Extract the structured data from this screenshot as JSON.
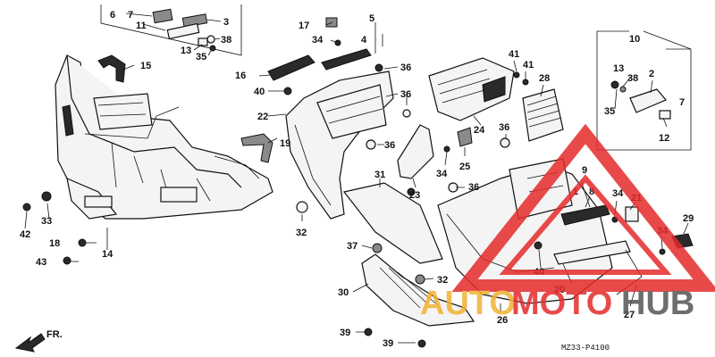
{
  "diagram": {
    "callouts": [
      {
        "id": "c6",
        "text": "6"
      },
      {
        "id": "c7a",
        "text": "7"
      },
      {
        "id": "c11",
        "text": "11"
      },
      {
        "id": "c3",
        "text": "3"
      },
      {
        "id": "c38a",
        "text": "38"
      },
      {
        "id": "c13a",
        "text": "13"
      },
      {
        "id": "c35a",
        "text": "35"
      },
      {
        "id": "c15",
        "text": "15"
      },
      {
        "id": "c17",
        "text": "17"
      },
      {
        "id": "c5",
        "text": "5"
      },
      {
        "id": "c34a",
        "text": "34"
      },
      {
        "id": "c4",
        "text": "4"
      },
      {
        "id": "c16",
        "text": "16"
      },
      {
        "id": "c40a",
        "text": "40"
      },
      {
        "id": "c36a",
        "text": "36"
      },
      {
        "id": "c22",
        "text": "22"
      },
      {
        "id": "c19",
        "text": "19"
      },
      {
        "id": "c36b",
        "text": "36"
      },
      {
        "id": "c36c",
        "text": "36"
      },
      {
        "id": "c41a",
        "text": "41"
      },
      {
        "id": "c41b",
        "text": "41"
      },
      {
        "id": "c28",
        "text": "28"
      },
      {
        "id": "c10",
        "text": "10"
      },
      {
        "id": "c13b",
        "text": "13"
      },
      {
        "id": "c38b",
        "text": "38"
      },
      {
        "id": "c2",
        "text": "2"
      },
      {
        "id": "c35b",
        "text": "35"
      },
      {
        "id": "c7b",
        "text": "7"
      },
      {
        "id": "c12",
        "text": "12"
      },
      {
        "id": "c24",
        "text": "24"
      },
      {
        "id": "c36d",
        "text": "36"
      },
      {
        "id": "c25",
        "text": "25"
      },
      {
        "id": "c34b",
        "text": "34"
      },
      {
        "id": "c31",
        "text": "31"
      },
      {
        "id": "c23",
        "text": "23"
      },
      {
        "id": "c36e",
        "text": "36"
      },
      {
        "id": "c9",
        "text": "9"
      },
      {
        "id": "c1",
        "text": "1"
      },
      {
        "id": "c8",
        "text": "8"
      },
      {
        "id": "c34c",
        "text": "34"
      },
      {
        "id": "c21",
        "text": "21"
      },
      {
        "id": "c29",
        "text": "29"
      },
      {
        "id": "c34d",
        "text": "34"
      },
      {
        "id": "c33",
        "text": "33"
      },
      {
        "id": "c42",
        "text": "42"
      },
      {
        "id": "c32a",
        "text": "32"
      },
      {
        "id": "c18",
        "text": "18"
      },
      {
        "id": "c14",
        "text": "14"
      },
      {
        "id": "c43",
        "text": "43"
      },
      {
        "id": "c37",
        "text": "37"
      },
      {
        "id": "c40b",
        "text": "40"
      },
      {
        "id": "c32b",
        "text": "32"
      },
      {
        "id": "c30",
        "text": "30"
      },
      {
        "id": "c20",
        "text": "20"
      },
      {
        "id": "c27",
        "text": "27"
      },
      {
        "id": "c26",
        "text": "26"
      },
      {
        "id": "c39a",
        "text": "39"
      },
      {
        "id": "c39b",
        "text": "39"
      }
    ],
    "direction_label": "FR.",
    "drawing_code": "MZ33-P4100"
  },
  "watermark": {
    "text_a": "AUTO",
    "text_b": "MOTO",
    "text_c": "HUB",
    "color_red": "#e52b2b",
    "color_yellow": "#f2b233",
    "color_gray": "#555555"
  }
}
